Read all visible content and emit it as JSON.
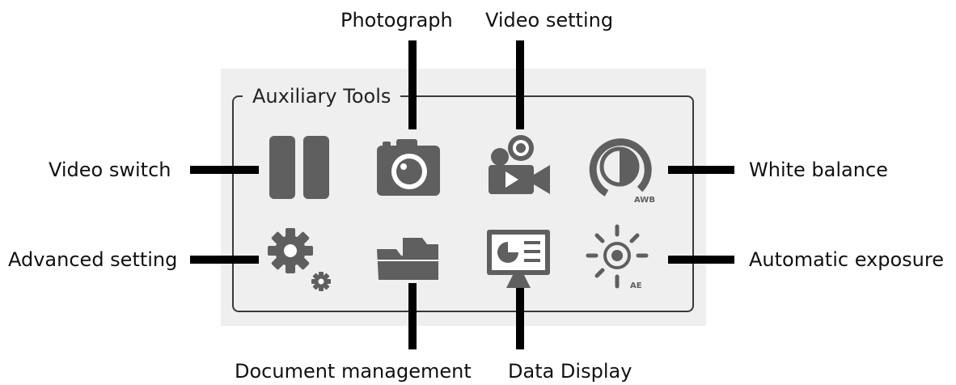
{
  "panel": {
    "title": "Auxiliary Tools"
  },
  "labels": {
    "photograph": "Photograph",
    "video_setting": "Video setting",
    "video_switch": "Video switch",
    "white_balance": "White balance",
    "advanced_setting": "Advanced setting",
    "automatic_exposure": "Automatic exposure",
    "document_management": "Document management",
    "data_display": "Data Display"
  },
  "icon_text": {
    "awb": "AWB",
    "ae": "AE"
  },
  "icons": [
    "pause-icon",
    "camera-icon",
    "video-camera-icon",
    "white-balance-icon",
    "gear-icon",
    "folder-icon",
    "data-display-icon",
    "exposure-icon"
  ],
  "colors": {
    "icon": "#5f5f5f",
    "leader": "#000000",
    "panel": "#efefef",
    "frame": "#3a3a3a"
  }
}
